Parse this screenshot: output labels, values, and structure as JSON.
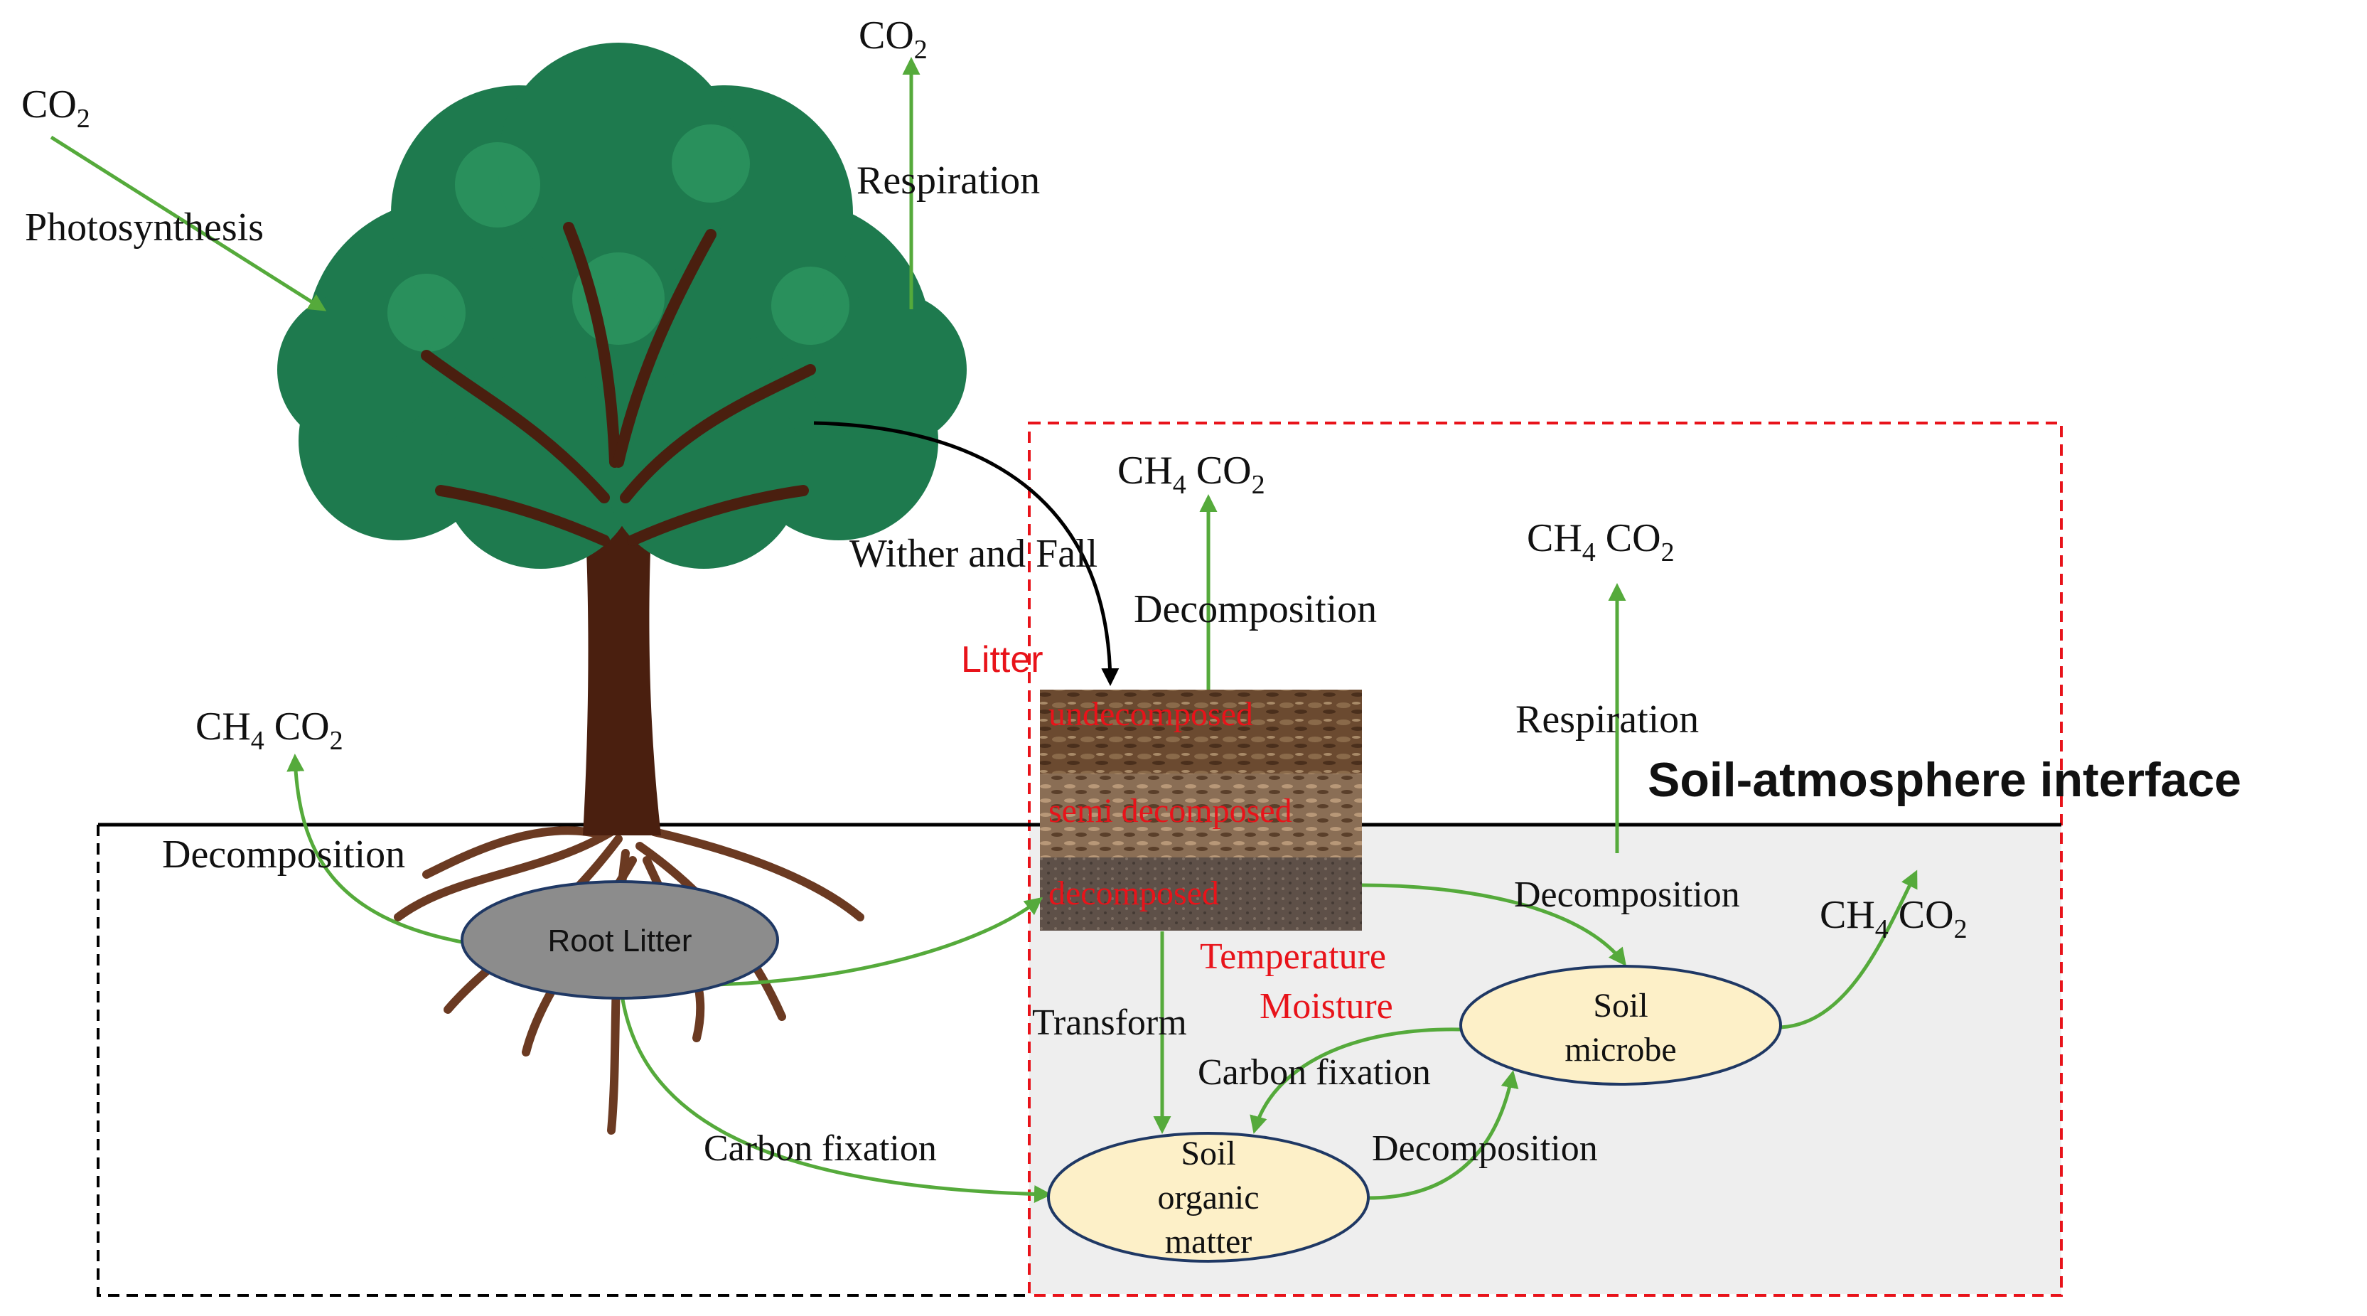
{
  "diagram": {
    "co2_top_left": "CO",
    "co2_top_left_sub": "2",
    "photosynthesis": "Photosynthesis",
    "co2_top": "CO",
    "co2_top_sub": "2",
    "respiration_tree": "Respiration",
    "wither_and_fall": "Wither and Fall",
    "litter_title": "Litter",
    "litter_undecomposed": "undecomposed",
    "litter_semi": "semi decomposed",
    "litter_decomposed": "decomposed",
    "gas_litter_ch": "CH",
    "gas_litter_ch_sub": "4",
    "gas_litter_co": "CO",
    "gas_litter_co_sub": "2",
    "decomposition_litter": "Decomposition",
    "gas_resp_ch": "CH",
    "gas_resp_ch_sub": "4",
    "gas_resp_co": "CO",
    "gas_resp_co_sub": "2",
    "respiration_soil": "Respiration",
    "interface_label": "Soil-atmosphere interface",
    "gas_root_ch": "CH",
    "gas_root_ch_sub": "4",
    "gas_root_co": "CO",
    "gas_root_co_sub": "2",
    "decomposition_root": "Decomposition",
    "root_litter": "Root Litter",
    "decomposition_microbe": "Decomposition",
    "gas_microbe_ch": "CH",
    "gas_microbe_ch_sub": "4",
    "gas_microbe_co": "CO",
    "gas_microbe_co_sub": "2",
    "temperature": "Temperature",
    "moisture": "Moisture",
    "transform": "Transform",
    "carbon_fixation_microbe": "Carbon fixation",
    "carbon_fixation_root": "Carbon fixation",
    "decomposition_som": "Decomposition",
    "soil_microbe_line1": "Soil",
    "soil_microbe_line2": "microbe",
    "som_line1": "Soil",
    "som_line2": "organic",
    "som_line3": "matter"
  },
  "colors": {
    "arrow_green": "#55aa3b",
    "label_red": "#e8131a",
    "canopy_green": "#1e7a4e",
    "trunk_brown": "#4a1f0f",
    "ellipse_yellow": "#fdf0c8",
    "root_litter_gray": "#8c8c8c",
    "soil_gray": "#eeeeee"
  }
}
